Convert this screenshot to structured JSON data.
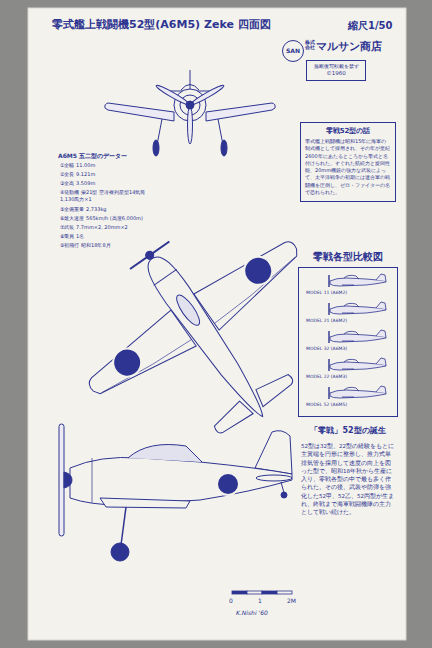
{
  "diagram": {
    "title": "零式艦上戦闘機52型(A6M5) Zeke 四面図",
    "nodes": [
      {
        "text": [
          "SAN"
        ]
      },
      {
        "text": [
          "無断復写転載を禁ず",
          "©1960"
        ]
      },
      {
        "text": [
          "零戦52型の話",
          "零式艦上戦闘機は昭和15年に海軍の制式機として採用され、その年が皇紀2600年にあたるところから零式と名付けられた。すぐれた航続力と旋回性能、20mm機銃の強力な武装によって、太平洋戦争の初期には連合軍の戦闘機を圧倒し、ゼロ・ファイターの名で恐れられた。"
        ]
      },
      {
        "text": [
          "零戦各型比較図"
        ]
      }
    ],
    "labels": [
      "縮尺1/50",
      "株式会社",
      "マルサン商店",
      "A6M5 五二型のデーター",
      "①全幅 11.00m",
      "②全長 9.121m",
      "③全高 3.509m",
      "④発動機 栄21型 空冷複列星型14気筒 1,130馬力×1",
      "⑤全備重量 2,733kg",
      "⑥最大速度 565km/h (高度6,000m)",
      "⑦武装 7.7mm×2, 20mm×2",
      "⑧乗員 1名",
      "⑨初飛行 昭和18年8月",
      "MODEL 11 (A6M2)",
      "MODEL 21 (A6M2)",
      "MODEL 32 (A6M3)",
      "MODEL 22 (A6M3)",
      "MODEL 52 (A6M5)",
      "「零戦」52型の誕生",
      "52型は32型、22型の経験をもとに主翼端を円形に整形し、推力式単排気管を採用して速度の向上を図った型で、昭和18年秋から生産に入り、零戦各型の中で最も多く作られた。その後、武装や防弾を強化した52甲、52乙、52丙型が生まれ、終戦まで海軍戦闘機隊の主力として戦い続けた。",
      "0",
      "1",
      "2M",
      "K.Nishi '60"
    ]
  }
}
